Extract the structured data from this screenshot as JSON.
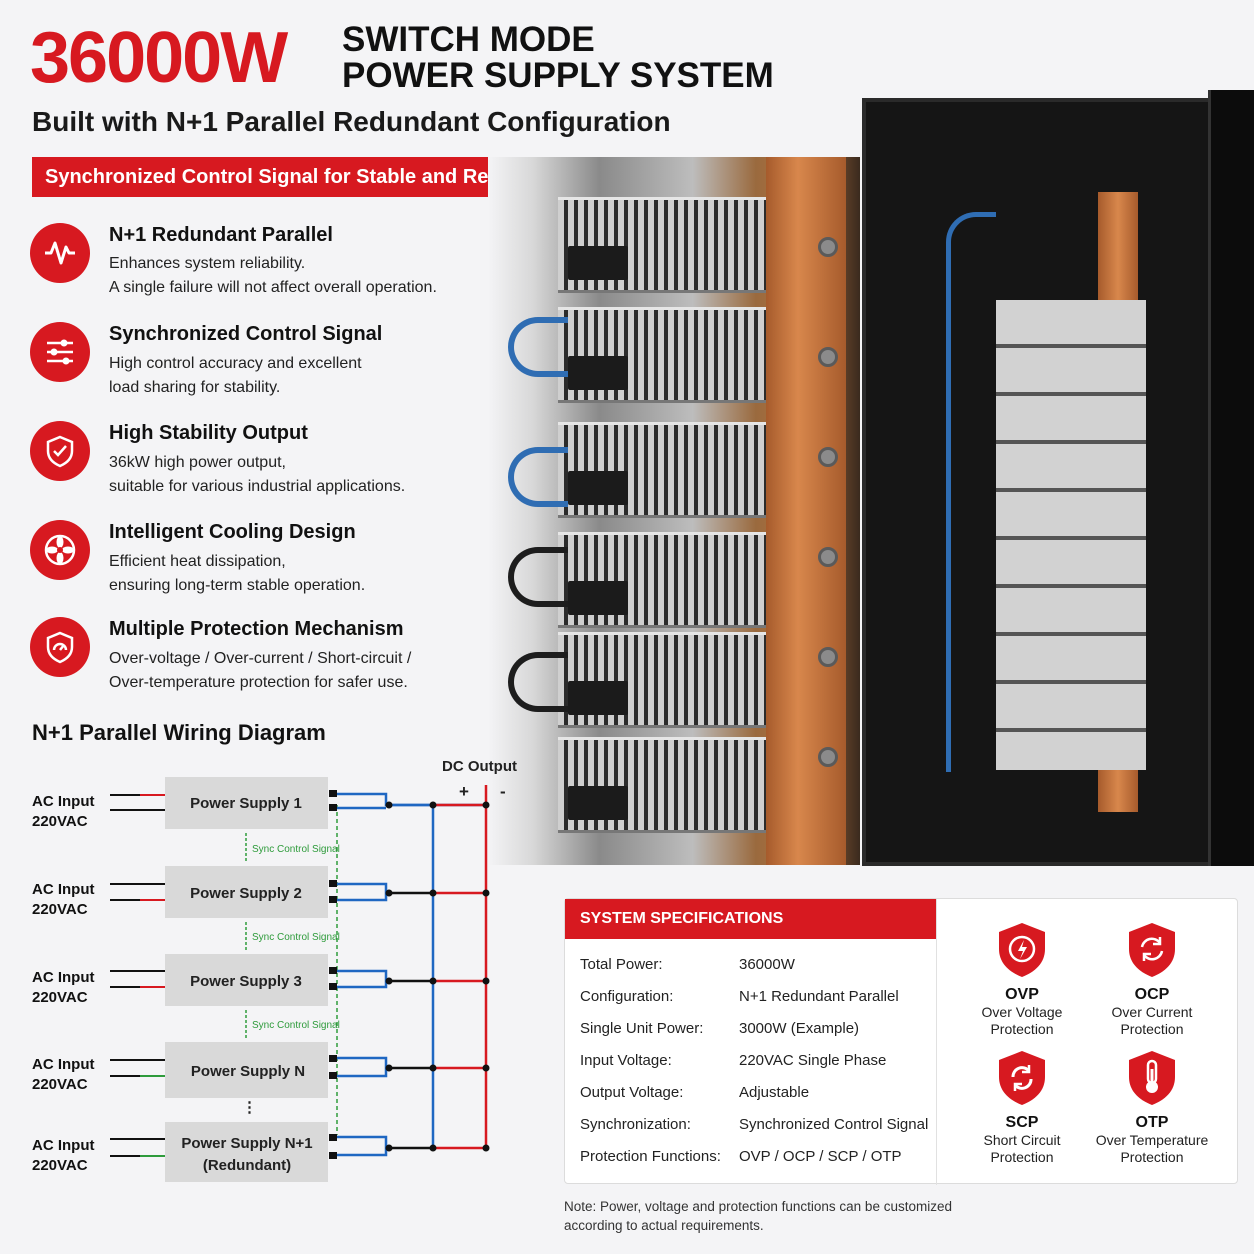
{
  "header": {
    "power": "36000W",
    "title_line1": "SWITCH MODE",
    "title_line2": "POWER SUPPLY SYSTEM",
    "subtitle": "Built with N+1 Parallel Redundant Configuration",
    "banner": "Synchronized Control Signal for Stable and Reliable Performance"
  },
  "features": [
    {
      "icon": "waveform-icon",
      "title": "N+1 Redundant Parallel",
      "line1": "Enhances system reliability.",
      "line2": "A single failure will not affect overall operation."
    },
    {
      "icon": "sliders-icon",
      "title": "Synchronized Control Signal",
      "line1": "High control accuracy and excellent",
      "line2": "load sharing for stability."
    },
    {
      "icon": "shield-check-icon",
      "title": "High Stability Output",
      "line1": "36kW high power output,",
      "line2": "suitable for various industrial applications."
    },
    {
      "icon": "fan-icon",
      "title": "Intelligent Cooling Design",
      "line1": "Efficient heat dissipation,",
      "line2": "ensuring long-term stable operation."
    },
    {
      "icon": "shield-gauge-icon",
      "title": "Multiple Protection Mechanism",
      "line1": "Over-voltage / Over-current / Short-circuit /",
      "line2": "Over-temperature protection for safer use."
    }
  ],
  "diagram": {
    "title": "N+1 Parallel Wiring Diagram",
    "dc_output": "DC Output",
    "plus": "+",
    "minus": "-",
    "sync_label": "Sync Control Signal",
    "ellipsis": "⋮",
    "units": [
      {
        "ac1": "AC Input",
        "ac2": "220VAC",
        "name": "Power Supply 1",
        "name2": ""
      },
      {
        "ac1": "AC Input",
        "ac2": "220VAC",
        "name": "Power Supply 2",
        "name2": ""
      },
      {
        "ac1": "AC Input",
        "ac2": "220VAC",
        "name": "Power Supply 3",
        "name2": ""
      },
      {
        "ac1": "AC Input",
        "ac2": "220VAC",
        "name": "Power Supply N",
        "name2": ""
      },
      {
        "ac1": "AC Input",
        "ac2": "220VAC",
        "name": "Power Supply N+1",
        "name2": "(Redundant)"
      }
    ]
  },
  "specs": {
    "heading": "SYSTEM SPECIFICATIONS",
    "rows": [
      {
        "label": "Total Power:",
        "value": "36000W"
      },
      {
        "label": "Configuration:",
        "value": "N+1 Redundant Parallel"
      },
      {
        "label": "Single Unit Power:",
        "value": "3000W (Example)"
      },
      {
        "label": "Input Voltage:",
        "value": "220VAC Single Phase"
      },
      {
        "label": "Output Voltage:",
        "value": "Adjustable"
      },
      {
        "label": "Synchronization:",
        "value": "Synchronized Control Signal"
      },
      {
        "label": "Protection Functions:",
        "value": "OVP / OCP / SCP / OTP"
      }
    ],
    "protections": [
      {
        "code": "OVP",
        "line1": "Over Voltage",
        "line2": "Protection",
        "icon": "shield-bolt-icon"
      },
      {
        "code": "OCP",
        "line1": "Over Current",
        "line2": "Protection",
        "icon": "shield-current-icon"
      },
      {
        "code": "SCP",
        "line1": "Short Circuit",
        "line2": "Protection",
        "icon": "shield-cycle-icon"
      },
      {
        "code": "OTP",
        "line1": "Over Temperature",
        "line2": "Protection",
        "icon": "shield-thermometer-icon"
      }
    ]
  },
  "note": {
    "line1": "Note: Power, voltage and protection functions can be customized",
    "line2": "according to actual requirements."
  },
  "colors": {
    "accent": "#d71920",
    "dc_positive": "#d71920",
    "dc_negative": "#1f67c2",
    "sync": "#2e9b3b"
  }
}
